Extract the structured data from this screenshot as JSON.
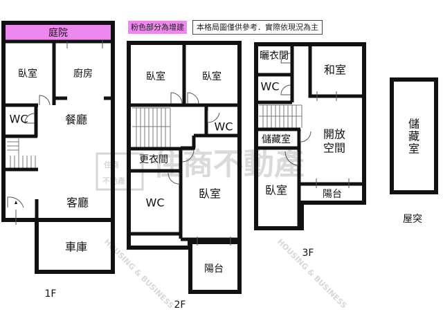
{
  "legend": {
    "pink_note": "粉色部分為增建",
    "disclaimer": "本格局圖僅供參考．實際依現況為主",
    "addition_color": "#ee88ee"
  },
  "watermark": {
    "brand_cn": "住商不動產",
    "brand_en": "HOUSING & BUSINESS",
    "logo_top": "住商",
    "logo_bottom": "不動產"
  },
  "floors": {
    "f1": {
      "label": "1F",
      "rooms": {
        "courtyard": "庭院",
        "bedroom": "臥室",
        "kitchen": "廚房",
        "wc": "WC",
        "dining": "餐廳",
        "living": "客廳",
        "garage": "車庫"
      }
    },
    "f2": {
      "label": "2F",
      "rooms": {
        "bedroom_left": "臥室",
        "bedroom_right": "臥室",
        "wc_upper": "WC",
        "walk_in_closet": "更衣間",
        "wc_lower": "WC",
        "bedroom_main": "臥室",
        "balcony": "陽台"
      }
    },
    "f3": {
      "label": "3F",
      "rooms": {
        "laundry": "曬衣間",
        "wc": "WC",
        "japanese_room": "和室",
        "storage": "儲藏室",
        "open_space_line1": "開放",
        "open_space_line2": "空間",
        "bedroom": "臥室",
        "balcony": "陽台"
      }
    },
    "roof": {
      "label": "屋突",
      "rooms": {
        "storage_line1": "儲",
        "storage_line2": "藏",
        "storage_line3": "室"
      }
    }
  }
}
